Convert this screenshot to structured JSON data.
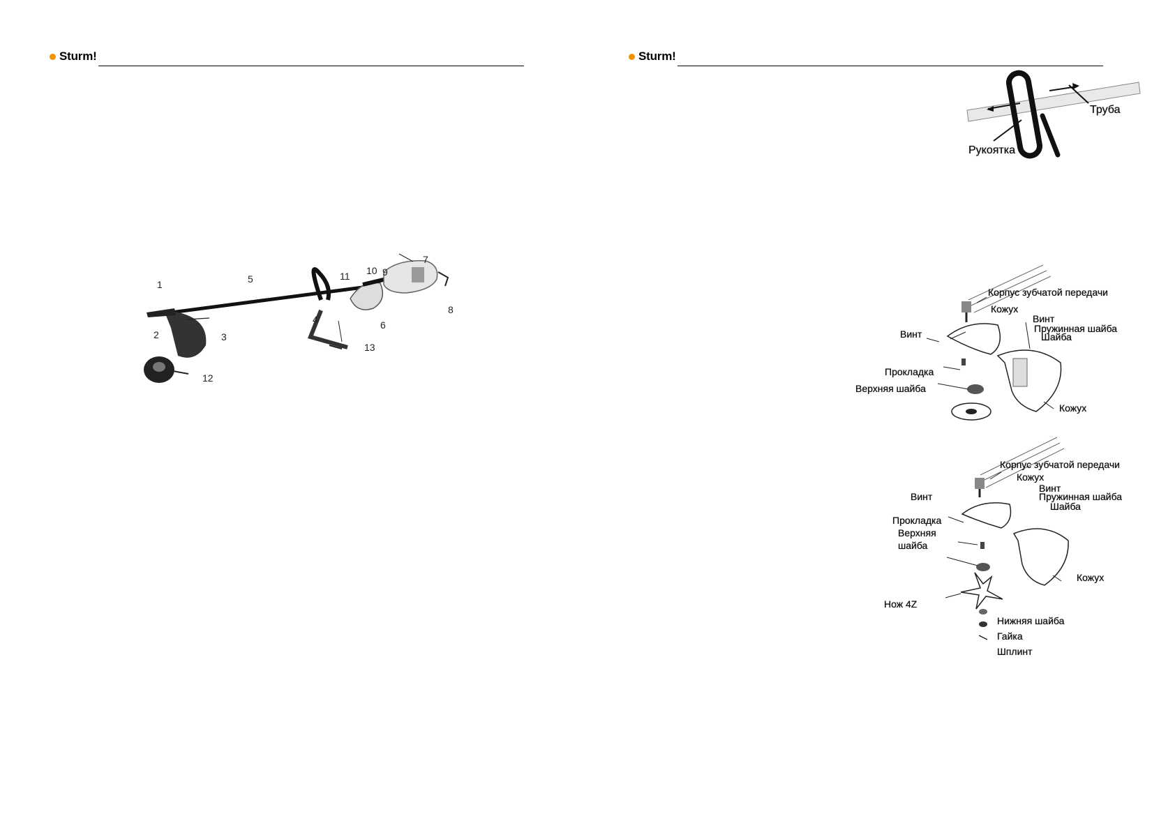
{
  "brand": {
    "name": "Sturm!",
    "dot_color": "#f39200"
  },
  "left_page": {
    "figure_numbers": [
      "1",
      "2",
      "3",
      "4",
      "5",
      "6",
      "7",
      "8",
      "9",
      "10",
      "11",
      "12",
      "13"
    ]
  },
  "right_page": {
    "handle_figure": {
      "labels": {
        "pipe": "Труба",
        "handle": "Рукоятка"
      }
    },
    "trimmer_head_figure": {
      "labels": {
        "gear_housing": "Корпус зубчатой передачи",
        "cover_top": "Кожух",
        "screw_right": "Винт",
        "spring_washer": "Пружинная шайба",
        "washer": "Шайба",
        "screw_left": "Винт",
        "gasket": "Прокладка",
        "upper_washer": "Верхняя шайба",
        "cover_bottom": "Кожух"
      }
    },
    "blade_figure": {
      "labels": {
        "gear_housing": "Корпус зубчатой передачи",
        "cover_top": "Кожух",
        "screw_right": "Винт",
        "spring_washer": "Пружинная шайба",
        "washer": "Шайба",
        "screw_left": "Винт",
        "gasket": "Прокладка",
        "upper_washer_1": "Верхняя",
        "upper_washer_2": "шайба",
        "cover_bottom": "Кожух",
        "blade": "Нож 4Z",
        "lower_washer": "Нижняя шайба",
        "nut": "Гайка",
        "cotter_pin": "Шплинт"
      }
    }
  }
}
